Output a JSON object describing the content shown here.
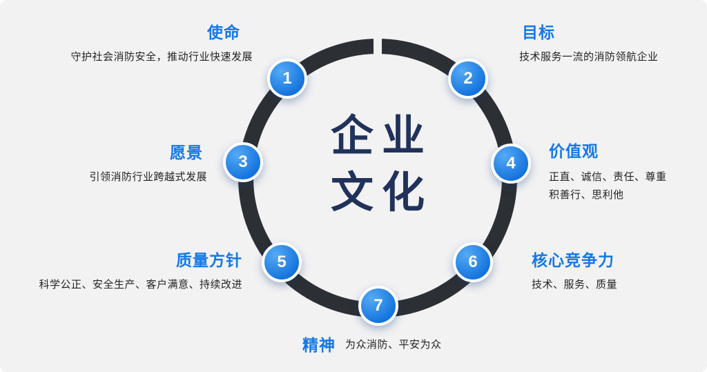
{
  "title": {
    "line1": "企业",
    "line2": "文化"
  },
  "sections": {
    "mission": {
      "number": "1",
      "label": "使命",
      "desc": "守护社会消防安全，推动行业快速发展"
    },
    "goal": {
      "number": "2",
      "label": "目标",
      "desc": "技术服务一流的消防领航企业"
    },
    "vision": {
      "number": "3",
      "label": "愿景",
      "desc": "引领消防行业跨越式发展"
    },
    "values": {
      "number": "4",
      "label": "价值观",
      "desc_line1": "正直、诚信、责任、尊重",
      "desc_line2": "积善行、思利他"
    },
    "quality": {
      "number": "5",
      "label": "质量方针",
      "desc": "科学公正、安全生产、客户满意、持续改进"
    },
    "core": {
      "number": "6",
      "label": "核心竞争力",
      "desc": "技术、服务、质量"
    },
    "spirit": {
      "number": "7",
      "label": "精神",
      "desc": "为众消防、平安为众"
    }
  },
  "colors": {
    "accent_blue": "#1478e6",
    "node_blue": "#1272dd",
    "ring_dark": "#2c2f34",
    "title_navy": "#21325a",
    "background": "#f2f2f3"
  }
}
